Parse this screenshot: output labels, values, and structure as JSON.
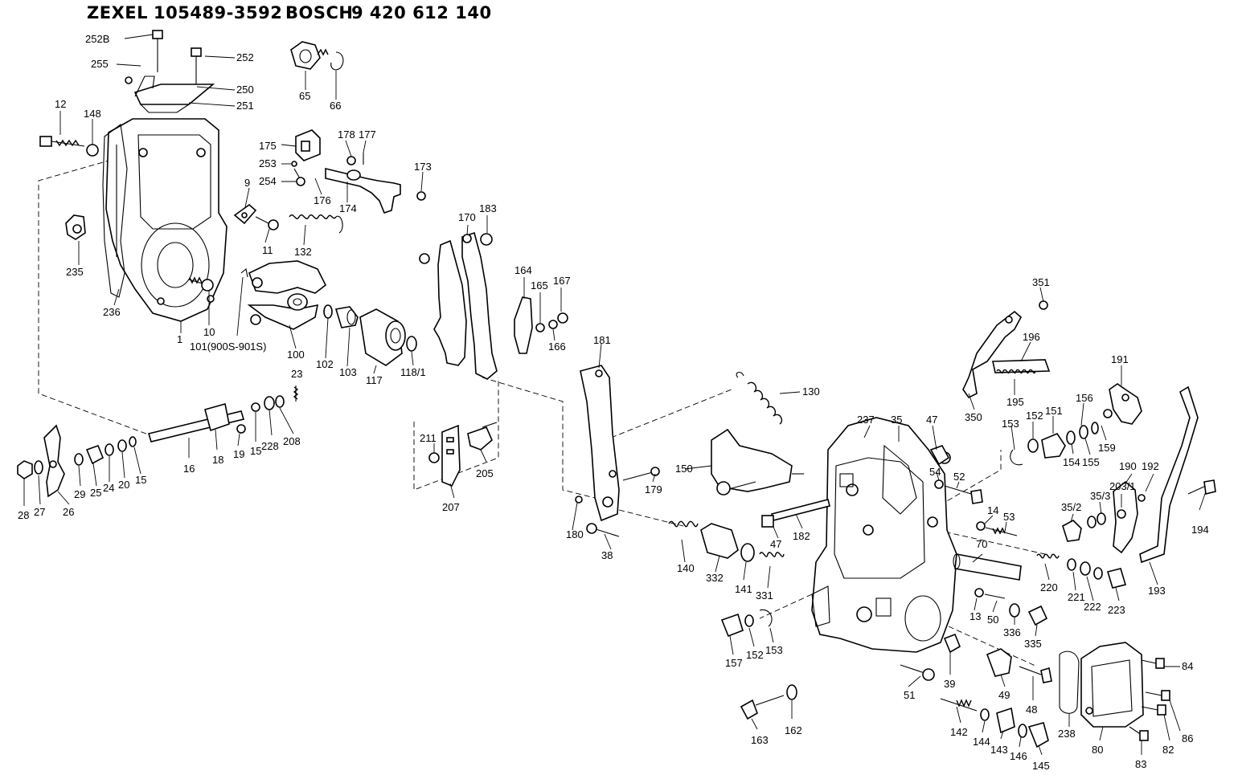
{
  "header": {
    "maker1": "ZEXEL",
    "number1": "105489-3592",
    "maker2": "BOSCH",
    "number2": "9 420 612 140"
  },
  "labels": {
    "p252B": "252B",
    "p255": "255",
    "p252": "252",
    "p250": "250",
    "p251": "251",
    "p65": "65",
    "p66": "66",
    "p12": "12",
    "p148": "148",
    "p178": "178",
    "p177": "177",
    "p175": "175",
    "p253": "253",
    "p254": "254",
    "p176": "176",
    "p174": "174",
    "p173": "173",
    "p9": "9",
    "p11": "11",
    "p132": "132",
    "p235": "235",
    "p236": "236",
    "p1": "1",
    "p10": "10",
    "p101": "101(900S-901S)",
    "p100": "100",
    "p102": "102",
    "p103": "103",
    "p117": "117",
    "p118_1": "118/1",
    "p23": "23",
    "p170": "170",
    "p183": "183",
    "p164": "164",
    "p165": "165",
    "p167": "167",
    "p166": "166",
    "p181": "181",
    "p351": "351",
    "p196": "196",
    "p195": "195",
    "p350": "350",
    "p191": "191",
    "p130": "130",
    "p153a": "153",
    "p152a": "152",
    "p151": "151",
    "p156": "156",
    "p154": "154",
    "p155": "155",
    "p159": "159",
    "p237": "237",
    "p35": "35",
    "p47a": "47",
    "p54": "54",
    "p52": "52",
    "p150": "150",
    "p179": "179",
    "p190": "190",
    "p192": "192",
    "p35_3": "35/3",
    "p203_1": "203/1",
    "p35_2": "35/2",
    "p14": "14",
    "p53": "53",
    "p194": "194",
    "p211": "211",
    "p205": "205",
    "p207": "207",
    "p28": "28",
    "p27": "27",
    "p26": "26",
    "p29": "29",
    "p25": "25",
    "p24": "24",
    "p20": "20",
    "p15a": "15",
    "p16": "16",
    "p18": "18",
    "p19": "19",
    "p15b": "15",
    "p228": "228",
    "p208": "208",
    "p180": "180",
    "p38": "38",
    "p140": "140",
    "p332": "332",
    "p141": "141",
    "p331": "331",
    "p47b": "47",
    "p182": "182",
    "p70": "70",
    "p220": "220",
    "p221": "221",
    "p222": "222",
    "p223": "223",
    "p193": "193",
    "p13": "13",
    "p50": "50",
    "p336": "336",
    "p335": "335",
    "p157": "157",
    "p152b": "152",
    "p153b": "153",
    "p51": "51",
    "p39": "39",
    "p49": "49",
    "p48": "48",
    "p84": "84",
    "p86": "86",
    "p82": "82",
    "p83": "83",
    "p80": "80",
    "p238": "238",
    "p163": "163",
    "p162": "162",
    "p142": "142",
    "p144": "144",
    "p143": "143",
    "p146": "146",
    "p145": "145"
  }
}
